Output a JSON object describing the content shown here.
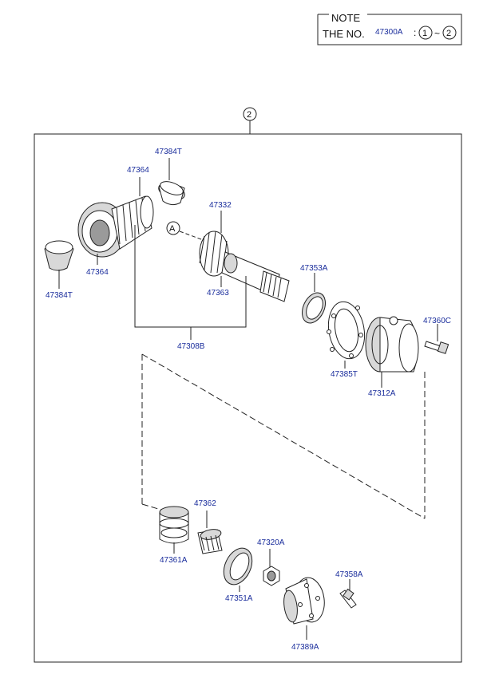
{
  "note": {
    "title": "NOTE",
    "the_no": "THE NO.",
    "ref_number": "47300A",
    "colon": ":",
    "circle_start": "1",
    "tilde": "~",
    "circle_end": "2"
  },
  "group_marker": "2",
  "callout_a": "A",
  "labels": {
    "p47384T_top": "47384T",
    "p47364_top": "47364",
    "p47332": "47332",
    "p47364_bottom": "47364",
    "p47384T_left": "47384T",
    "p47363": "47363",
    "p47353A": "47353A",
    "p47360C": "47360C",
    "p47308B": "47308B",
    "p47385T": "47385T",
    "p47312A": "47312A",
    "p47362": "47362",
    "p47361A": "47361A",
    "p47320A": "47320A",
    "p47351A": "47351A",
    "p47358A": "47358A",
    "p47389A": "47389A"
  }
}
